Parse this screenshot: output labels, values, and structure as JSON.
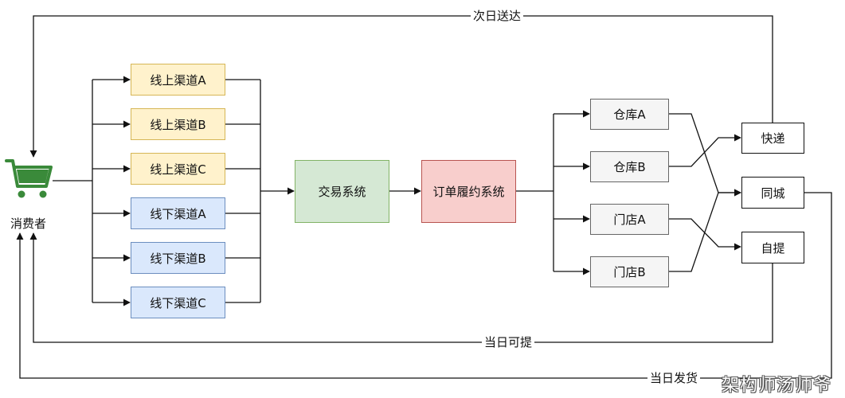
{
  "consumer": {
    "label": "消费者",
    "icon": "shopping-cart-icon",
    "icon_color": "#3a8a3a"
  },
  "channels": [
    {
      "label": "线上渠道A",
      "kind": "online"
    },
    {
      "label": "线上渠道B",
      "kind": "online"
    },
    {
      "label": "线上渠道C",
      "kind": "online"
    },
    {
      "label": "线下渠道A",
      "kind": "offline"
    },
    {
      "label": "线下渠道B",
      "kind": "offline"
    },
    {
      "label": "线下渠道C",
      "kind": "offline"
    }
  ],
  "systems": {
    "trade": "交易系统",
    "fulfillment": "订单履约系统"
  },
  "sources": [
    "仓库A",
    "仓库B",
    "门店A",
    "门店B"
  ],
  "delivery": [
    "快递",
    "同城",
    "自提"
  ],
  "edge_labels": {
    "next_day": "次日送达",
    "same_day_pickup": "当日可提",
    "same_day_ship": "当日发货"
  },
  "watermark": "架构师汤师爷",
  "colors": {
    "online_fill": "#fff2cc",
    "offline_fill": "#dae8fc",
    "trade_fill": "#d5e8d4",
    "fulfillment_fill": "#f8cecc",
    "source_fill": "#f5f5f5"
  }
}
